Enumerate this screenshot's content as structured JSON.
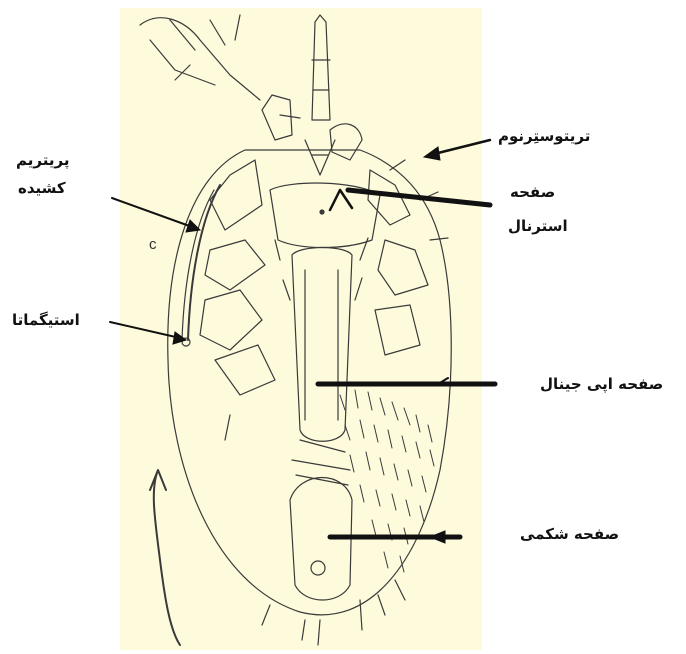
{
  "figure": {
    "panel_letter": "c",
    "labels": {
      "tritosternum": "تریتوستِرنوم",
      "sternal_plate_line1": "صفحه",
      "sternal_plate_line2": "استرنال",
      "elongated_peritreme_line1": "پریتریم",
      "elongated_peritreme_line2": "کشیده",
      "stigmata": "استیگماتا",
      "epigynal_plate": "صفحه اپی جینال",
      "ventral_plate": "صفحه شکمی"
    }
  },
  "colors": {
    "background": "#fdfbdc",
    "ink": "#3a3a3a",
    "arrow": "#111111"
  }
}
